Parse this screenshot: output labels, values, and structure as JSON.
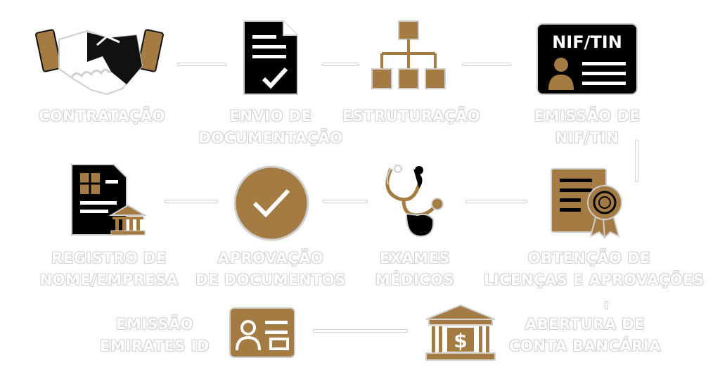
{
  "colors": {
    "brown": "#a37b43",
    "black": "#000000",
    "outline": "#cfcfcf"
  },
  "steps": [
    {
      "id": "contratacao",
      "icon": "handshake-icon",
      "label": [
        "CONTRATAÇÃO"
      ]
    },
    {
      "id": "envio",
      "icon": "document-check-icon",
      "label": [
        "ENVIO DE",
        "DOCUMENTAÇÃO"
      ]
    },
    {
      "id": "estruturacao",
      "icon": "org-chart-icon",
      "label": [
        "ESTRUTURAÇÃO"
      ]
    },
    {
      "id": "nif",
      "icon": "id-card-icon",
      "icon_text": "NIF/TIN",
      "label": [
        "EMISSÃO DE",
        "NIF/TIN"
      ]
    },
    {
      "id": "registro",
      "icon": "registry-document-icon",
      "label": [
        "REGISTRO DE",
        "NOME/EMPRESA"
      ]
    },
    {
      "id": "aprovacao",
      "icon": "check-circle-icon",
      "label": [
        "APROVAÇÃO",
        "DE DOCUMENTOS"
      ]
    },
    {
      "id": "exames",
      "icon": "stethoscope-icon",
      "label": [
        "EXAMES",
        "MÉDICOS"
      ]
    },
    {
      "id": "licencas",
      "icon": "certificate-icon",
      "label": [
        "OBTENÇÃO DE",
        "LICENÇAS E APROVAÇÕES"
      ]
    },
    {
      "id": "emirates",
      "icon": "emirates-id-icon",
      "label": [
        "EMISSÃO",
        "EMIRATES ID"
      ]
    },
    {
      "id": "conta",
      "icon": "bank-icon",
      "label": [
        "ABERTURA DE",
        "CONTA BANCÁRIA"
      ]
    }
  ]
}
